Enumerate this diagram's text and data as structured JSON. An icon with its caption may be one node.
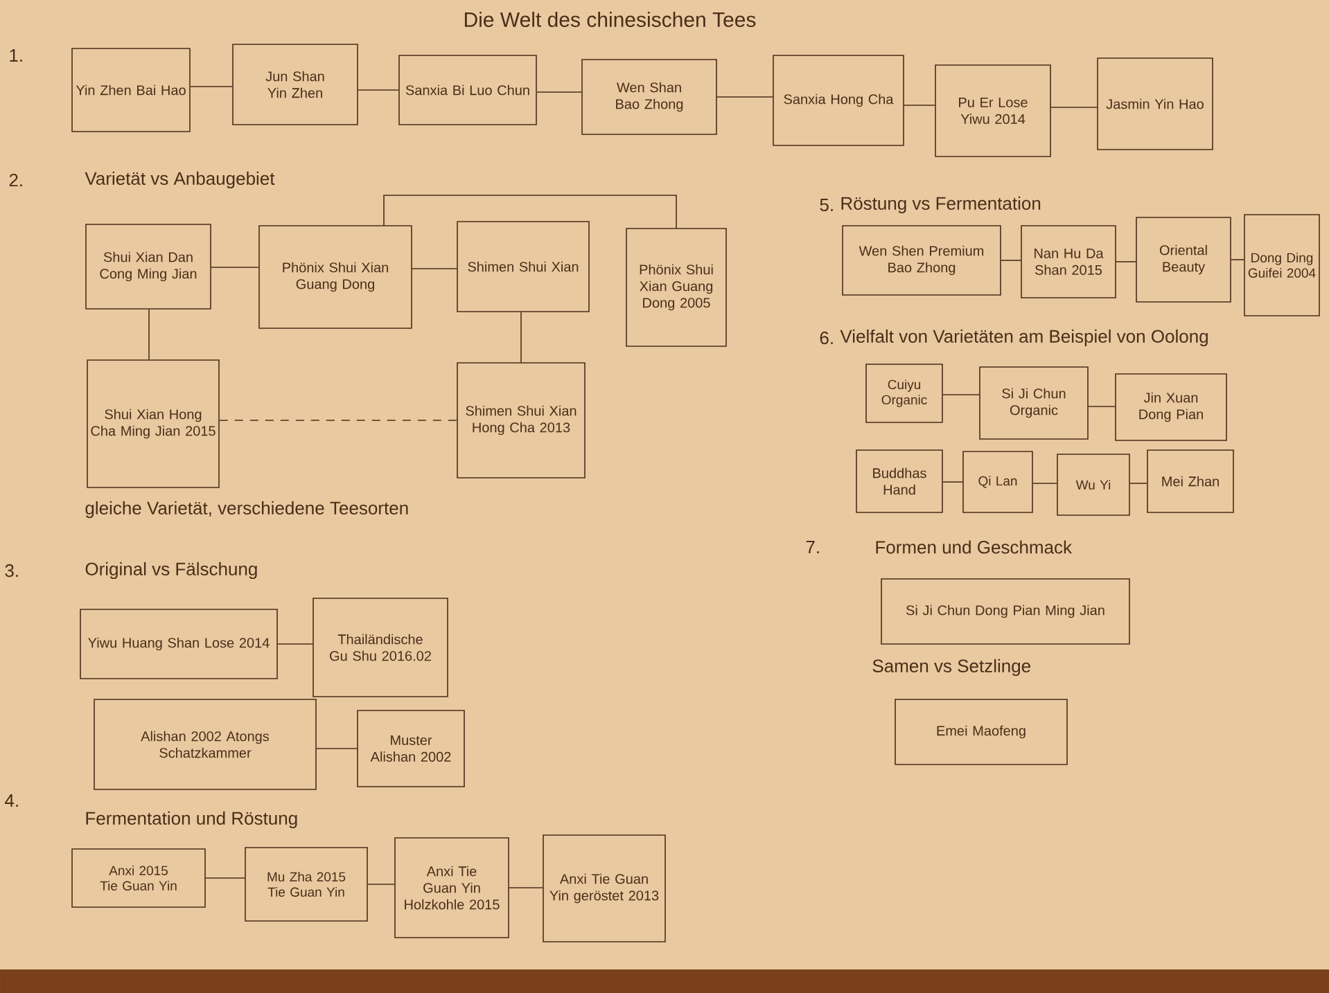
{
  "diagram": {
    "title": "Die Welt des chinesischen Tees",
    "nodes": [
      {
        "text": [
          "Yin Zhen Bai Hao"
        ]
      },
      {
        "text": [
          "Jun Shan Yin Zhen"
        ]
      },
      {
        "text": [
          "Sanxia Bi Luo Chun"
        ]
      },
      {
        "text": [
          "Wen Shan Bao Zhong"
        ]
      },
      {
        "text": [
          "Sanxia Hong Cha"
        ]
      },
      {
        "text": [
          "Pu Er Lose Yiwu 2014"
        ]
      },
      {
        "text": [
          "Jasmin Yin Hao"
        ]
      },
      {
        "text": [
          "Shui Xian Dan Cong Ming Jian"
        ]
      },
      {
        "text": [
          "Phönix Shui Xian Guang Dong"
        ]
      },
      {
        "text": [
          "Shimen Shui Xian"
        ]
      },
      {
        "text": [
          "Phönix Shui Xian Guang Dong 2005"
        ]
      },
      {
        "text": [
          "Shui Xian Hong Cha Ming Jian 2015"
        ]
      },
      {
        "text": [
          "Shimen Shui Xian Hong Cha 2013"
        ]
      },
      {
        "text": [
          "Yiwu Huang Shan Lose 2014"
        ]
      },
      {
        "text": [
          "Thailändische Gu Shu 2016.02"
        ]
      },
      {
        "text": [
          "Alishan 2002 Atongs Schatzkammer"
        ]
      },
      {
        "text": [
          "Muster Alishan 2002"
        ]
      },
      {
        "text": [
          "Anxi 2015 Tie Guan Yin"
        ]
      },
      {
        "text": [
          "Mu Zha 2015 Tie Guan Yin"
        ]
      },
      {
        "text": [
          "Anxi Tie Guan Yin Holzkohle 2015"
        ]
      },
      {
        "text": [
          "Anxi Tie Guan Yin geröstet 2013"
        ]
      },
      {
        "text": [
          "Wen Shen Premium Bao Zhong"
        ]
      },
      {
        "text": [
          "Nan Hu Da Shan 2015"
        ]
      },
      {
        "text": [
          "Oriental Beauty"
        ]
      },
      {
        "text": [
          "Dong Ding Guifei 2004"
        ]
      },
      {
        "text": [
          "Cuiyu Organic"
        ]
      },
      {
        "text": [
          "Si Ji Chun Organic"
        ]
      },
      {
        "text": [
          "Jin Xuan Dong Pian"
        ]
      },
      {
        "text": [
          "Buddhas Hand"
        ]
      },
      {
        "text": [
          "Qi Lan"
        ]
      },
      {
        "text": [
          "Wu Yi"
        ]
      },
      {
        "text": [
          "Mei Zhan"
        ]
      },
      {
        "text": [
          "Si Ji Chun Dong Pian Ming Jian"
        ]
      },
      {
        "text": [
          "Emei Maofeng"
        ]
      }
    ],
    "edges": [
      {
        "from": 0,
        "to": 1,
        "arrow": "none"
      },
      {
        "from": 1,
        "to": 2,
        "arrow": "none"
      },
      {
        "from": 2,
        "to": 3,
        "arrow": "none"
      },
      {
        "from": 3,
        "to": 4,
        "arrow": "none"
      },
      {
        "from": 4,
        "to": 5,
        "arrow": "none"
      },
      {
        "from": 5,
        "to": 6,
        "arrow": "none"
      },
      {
        "from": 7,
        "to": 8,
        "arrow": "none"
      },
      {
        "from": 8,
        "to": 9,
        "arrow": "none"
      },
      {
        "from": 8,
        "to": 10,
        "arrow": "none"
      },
      {
        "from": 7,
        "to": 11,
        "arrow": "none"
      },
      {
        "from": 9,
        "to": 12,
        "arrow": "none"
      },
      {
        "from": 11,
        "to": 12,
        "arrow": "none",
        "style": "dashed"
      },
      {
        "from": 13,
        "to": 14,
        "arrow": "none"
      },
      {
        "from": 15,
        "to": 16,
        "arrow": "none"
      },
      {
        "from": 17,
        "to": 18,
        "arrow": "none"
      },
      {
        "from": 18,
        "to": 19,
        "arrow": "none"
      },
      {
        "from": 19,
        "to": 20,
        "arrow": "none"
      },
      {
        "from": 21,
        "to": 22,
        "arrow": "none"
      },
      {
        "from": 22,
        "to": 23,
        "arrow": "none"
      },
      {
        "from": 23,
        "to": 24,
        "arrow": "none"
      },
      {
        "from": 25,
        "to": 26,
        "arrow": "none"
      },
      {
        "from": 26,
        "to": 27,
        "arrow": "none"
      },
      {
        "from": 28,
        "to": 29,
        "arrow": "none"
      },
      {
        "from": 29,
        "to": 30,
        "arrow": "none"
      },
      {
        "from": 30,
        "to": 31,
        "arrow": "none"
      }
    ],
    "labels": [
      "1.",
      "2.",
      "Varietät vs Anbaugebiet",
      "5.",
      "Röstung vs Fermentation",
      "6.",
      "Vielfalt von Varietäten am Beispiel von Oolong",
      "gleiche Varietät, verschiedene Teesorten",
      "3.",
      "Original vs Fälschung",
      "7.",
      "Formen und Geschmack",
      "Samen vs Setzlinge",
      "4.",
      "Fermentation und Röstung"
    ]
  }
}
